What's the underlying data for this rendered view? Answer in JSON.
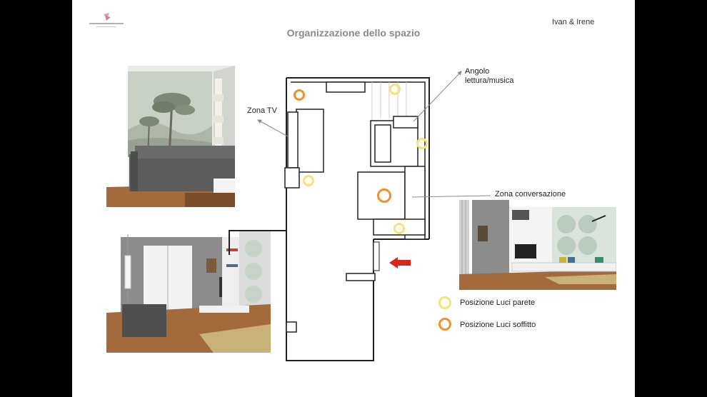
{
  "slide": {
    "title": "Organizzazione dello spazio",
    "client": "Ivan & Irene"
  },
  "zones": {
    "tv": "Zona TV",
    "reading": "Angolo lettura/musica",
    "conversation": "Zona conversazione"
  },
  "legend": {
    "wall_lights": "Posizione Luci parete",
    "ceiling_lights": "Posizione Luci soffitto"
  },
  "colors": {
    "wall_light": "#f6e27a",
    "ceiling_light": "#f0912b",
    "entrance_arrow": "#d7261e",
    "wall": "#222222",
    "floor": "#a36a3b"
  },
  "icons": {
    "logo": "brand-logo-icon",
    "entrance": "entrance-arrow-icon"
  }
}
